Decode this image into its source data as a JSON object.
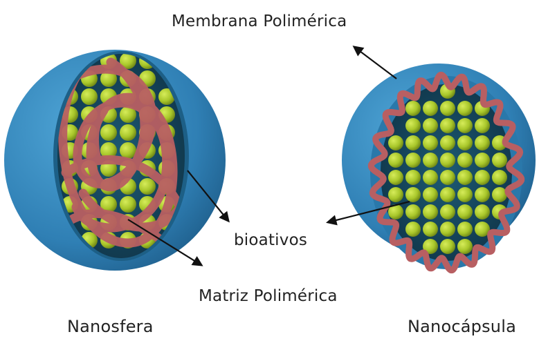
{
  "labels": {
    "membrana": "Membrana Polimérica",
    "bioativos": "bioativos",
    "matriz": "Matriz Polimérica",
    "nanosfera": "Nanosfera",
    "nanocapsula": "Nanocápsula"
  },
  "colors": {
    "shell": "#3a8cc0",
    "shell_dark": "#1f5f8c",
    "cavity": "#14475f",
    "polymer": "#b85f62",
    "particle": "#a8c62a"
  }
}
